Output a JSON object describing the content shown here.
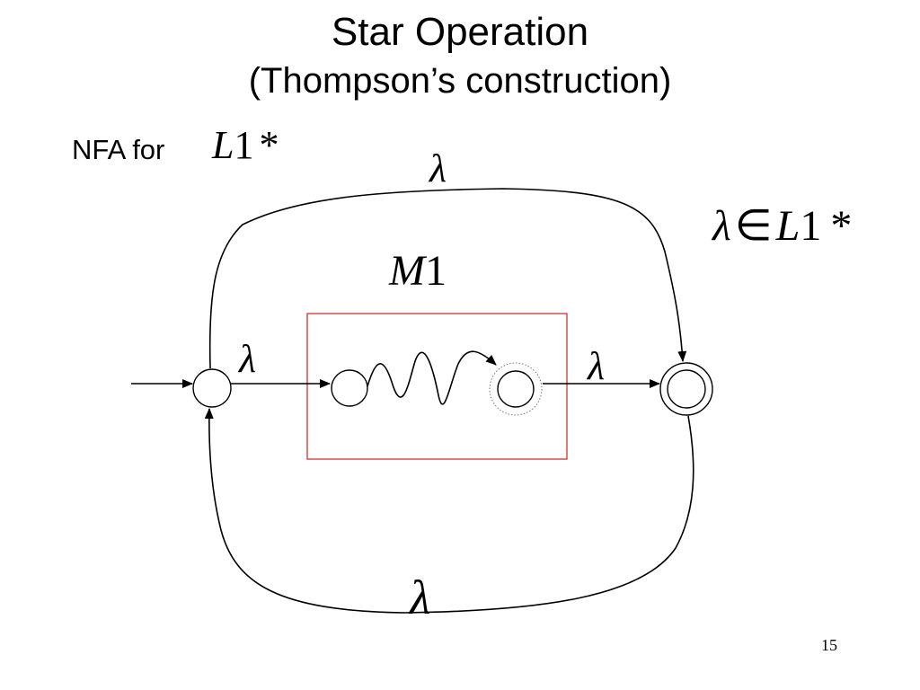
{
  "slide": {
    "title_line1": "Star Operation",
    "title_line2": "(Thompson’s construction)",
    "page_number": "15"
  },
  "diagram": {
    "nfa_label": "NFA for",
    "language_symbol": "L",
    "language_subscript": "1",
    "star_symbol": "*",
    "lambda_symbol": "λ",
    "member_of_symbol": "∈",
    "machine_symbol": "M",
    "machine_subscript": "1",
    "box_color": "#d22020",
    "line_color": "#000000"
  }
}
